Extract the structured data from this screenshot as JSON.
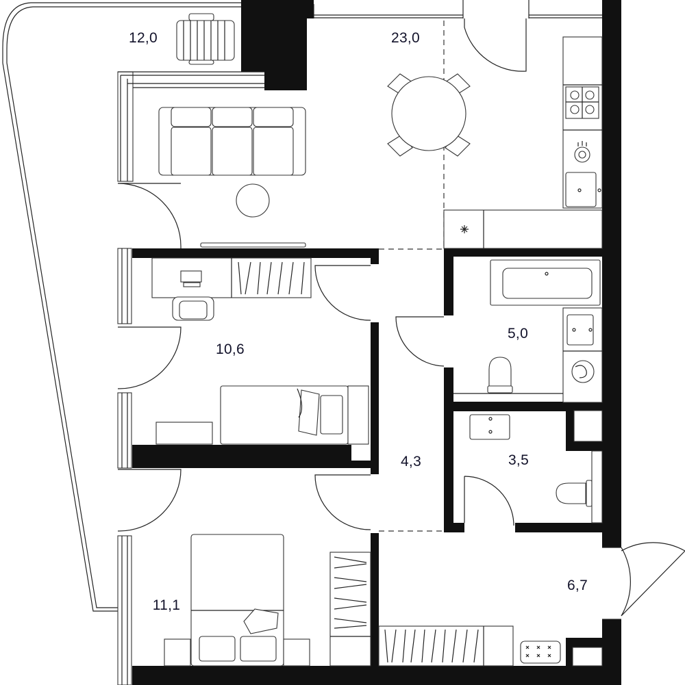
{
  "rooms": [
    {
      "id": "balcony",
      "area": "12,0"
    },
    {
      "id": "living-kitchen",
      "area": "23,0"
    },
    {
      "id": "bedroom-small",
      "area": "10,6"
    },
    {
      "id": "bathroom",
      "area": "5,0"
    },
    {
      "id": "corridor",
      "area": "4,3"
    },
    {
      "id": "wc",
      "area": "3,5"
    },
    {
      "id": "hall",
      "area": "6,7"
    },
    {
      "id": "bedroom-main",
      "area": "11,1"
    }
  ],
  "colors": {
    "wall": "#111111",
    "label": "#12122a",
    "background": "#ffffff"
  }
}
